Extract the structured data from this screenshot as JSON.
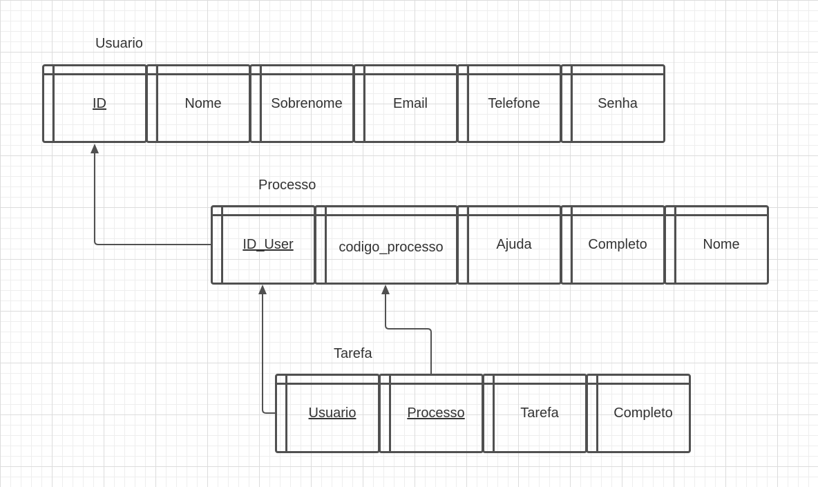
{
  "diagram": {
    "line_color": "#505050",
    "entities": {
      "usuario": {
        "title": "Usuario",
        "fields": [
          "ID",
          "Nome",
          "Sobrenome",
          "Email",
          "Telefone",
          "Senha"
        ]
      },
      "processo": {
        "title": "Processo",
        "fields": [
          "ID_User",
          "codigo_processo",
          "Ajuda",
          "Completo",
          "Nome"
        ]
      },
      "tarefa": {
        "title": "Tarefa",
        "fields": [
          "Usuario",
          "Processo",
          "Tarefa",
          "Completo"
        ]
      }
    }
  }
}
